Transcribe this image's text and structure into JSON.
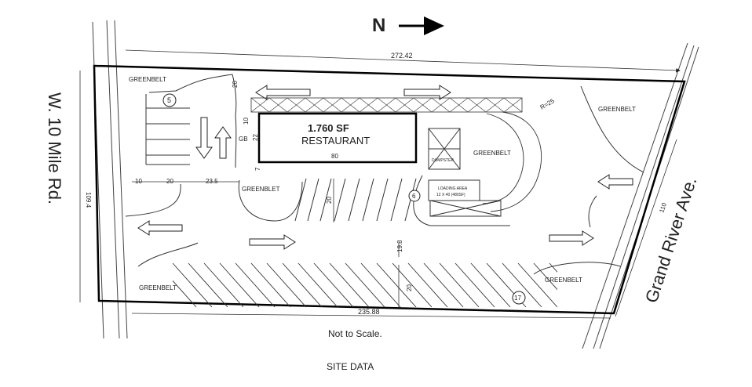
{
  "north": {
    "letter": "N"
  },
  "roads": {
    "west": "W. 10 Mile Rd.",
    "east": "Grand River Ave."
  },
  "building": {
    "area": "1.760 SF",
    "use": "RESTAURANT"
  },
  "labels": {
    "greenbelt": "GREENBELT",
    "greenbelt_mid": "GREENBLET",
    "dumpster": "DUMPSTER",
    "loading_1": "LOADING AREA",
    "loading_2": "12 X 40 (480SF)",
    "gb": "GB"
  },
  "dimensions": {
    "top": "272.42",
    "bottom": "235.88",
    "left": "109.4",
    "right": "110",
    "d10": "10",
    "d20a": "20",
    "d23": "23.5",
    "d20top": "20",
    "d10b": "10",
    "d22": "22",
    "d80": "80",
    "d7": "7",
    "d20mid": "20",
    "d19": "19.8",
    "d20low": "20",
    "r25": "R=25"
  },
  "parking_counts": {
    "north_bays": "5",
    "mid_bays": "6",
    "south_bays": "17"
  },
  "notes": {
    "scale": "Not to Scale.",
    "caption": "SITE DATA"
  }
}
